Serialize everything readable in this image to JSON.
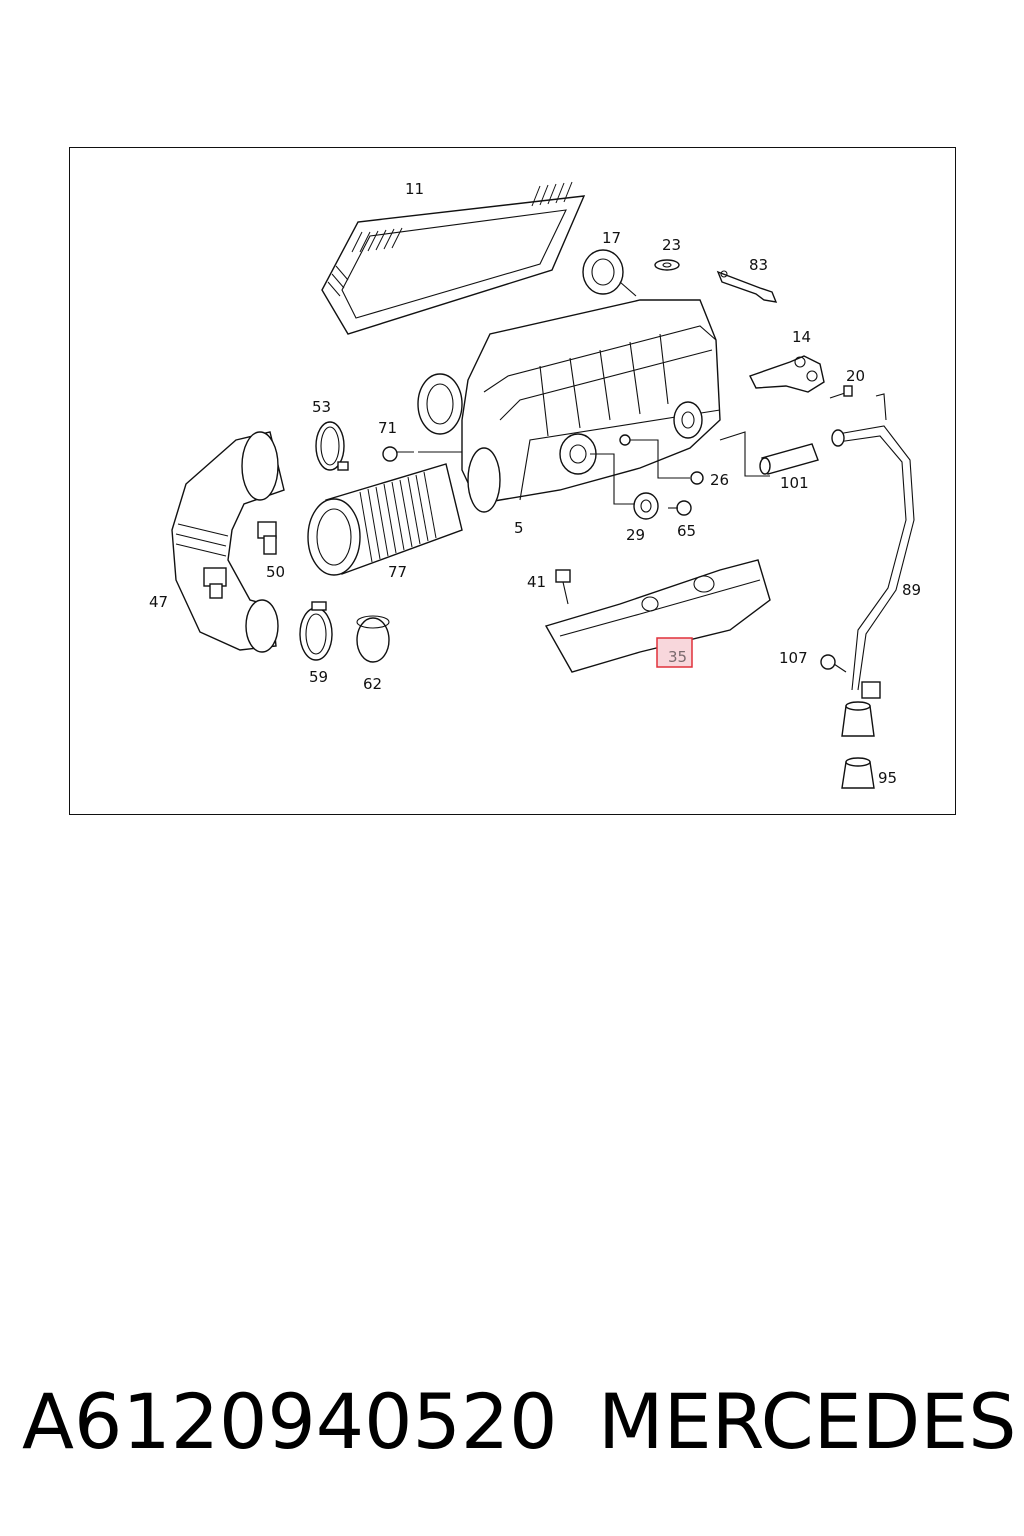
{
  "diagram": {
    "callouts": [
      "11",
      "17",
      "23",
      "83",
      "14",
      "20",
      "53",
      "71",
      "5",
      "26",
      "101",
      "29",
      "65",
      "47",
      "50",
      "77",
      "41",
      "89",
      "35",
      "107",
      "59",
      "62",
      "95"
    ],
    "highlighted_callout": "35",
    "highlight_color": "#e0303a"
  },
  "footer": {
    "part_number": "A6120940520",
    "brand": "MERCEDES"
  }
}
